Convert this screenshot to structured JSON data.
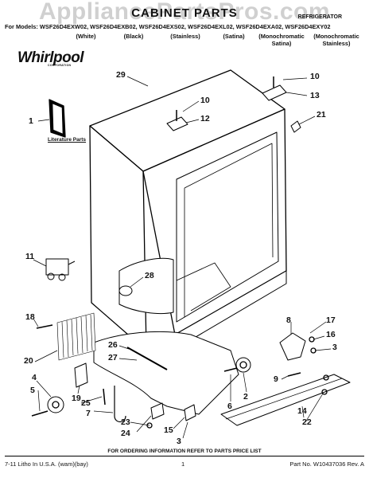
{
  "watermark": "AppliancePartsPros.com",
  "header": {
    "title": "CABINET PARTS",
    "category": "REFRIGERATOR",
    "models_line": "For Models: WSF26D4EXW02, WSF26D4EXB02, WSF26D4EXS02, WSF26D4EXL02, WSF26D4EXA02, WSF26D4EXY02",
    "variants": [
      {
        "line1": "(White)",
        "line2": ""
      },
      {
        "line1": "(Black)",
        "line2": ""
      },
      {
        "line1": "(Stainless)",
        "line2": ""
      },
      {
        "line1": "(Satina)",
        "line2": ""
      },
      {
        "line1": "(Monochromatic",
        "line2": "Satina)"
      },
      {
        "line1": "(Monochromatic",
        "line2": "Stainless)"
      }
    ]
  },
  "logo": {
    "brand": "Whirlpool",
    "sub": "CORPORATION"
  },
  "literature_label": "Literature Parts",
  "callouts": [
    "29",
    "10",
    "13",
    "10",
    "12",
    "21",
    "1",
    "11",
    "28",
    "18",
    "8",
    "17",
    "16",
    "26",
    "3",
    "27",
    "20",
    "4",
    "19",
    "25",
    "5",
    "7",
    "9",
    "2",
    "6",
    "14",
    "22",
    "23",
    "24",
    "15",
    "3"
  ],
  "footer": {
    "ordering": "FOR ORDERING INFORMATION REFER TO PARTS PRICE LIST",
    "left": "7-11 Litho In U.S.A. (wam)(bay)",
    "page": "1",
    "right": "Part No. W10437036 Rev. A"
  }
}
